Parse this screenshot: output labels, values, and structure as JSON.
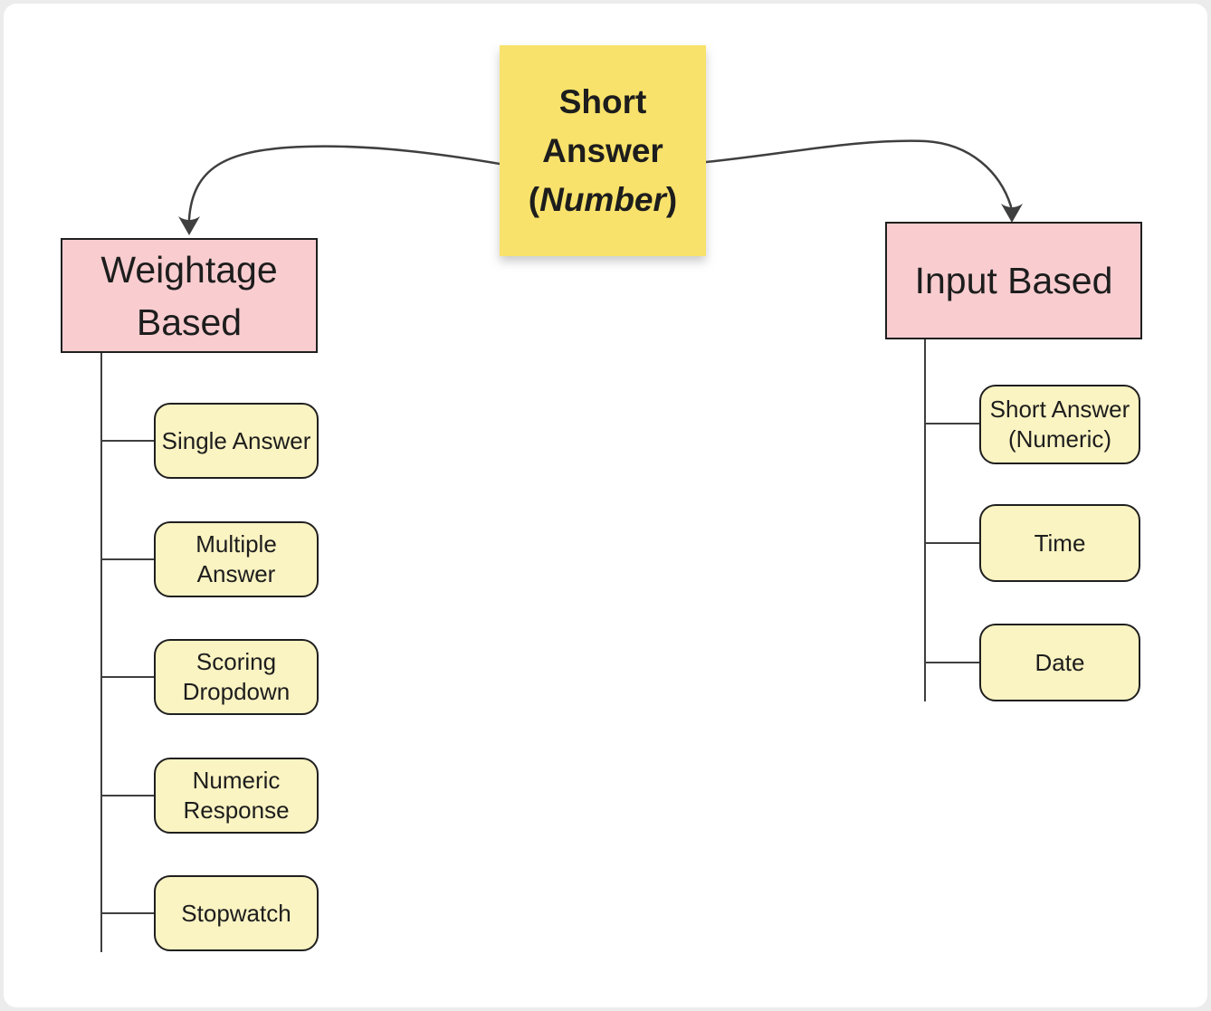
{
  "colors": {
    "root_fill": "#f8e26b",
    "branch_fill": "#f9cdd0",
    "child_fill": "#faf3c2",
    "border_dark": "#1f1f1f",
    "line": "#3f3f3f",
    "canvas": "#ffffff",
    "page_background": "#ececec"
  },
  "root": {
    "line1": "Short",
    "line2": "Answer",
    "paren_open": "(",
    "emphasis": "Number",
    "paren_close": ")"
  },
  "branches": [
    {
      "label": "Weightage Based",
      "children": [
        {
          "label": "Single Answer"
        },
        {
          "label": "Multiple Answer"
        },
        {
          "label": "Scoring Dropdown"
        },
        {
          "label": "Numeric Response"
        },
        {
          "label": "Stopwatch"
        }
      ]
    },
    {
      "label": "Input Based",
      "children": [
        {
          "label": "Short Answer (Numeric)"
        },
        {
          "label": "Time"
        },
        {
          "label": "Date"
        }
      ]
    }
  ]
}
